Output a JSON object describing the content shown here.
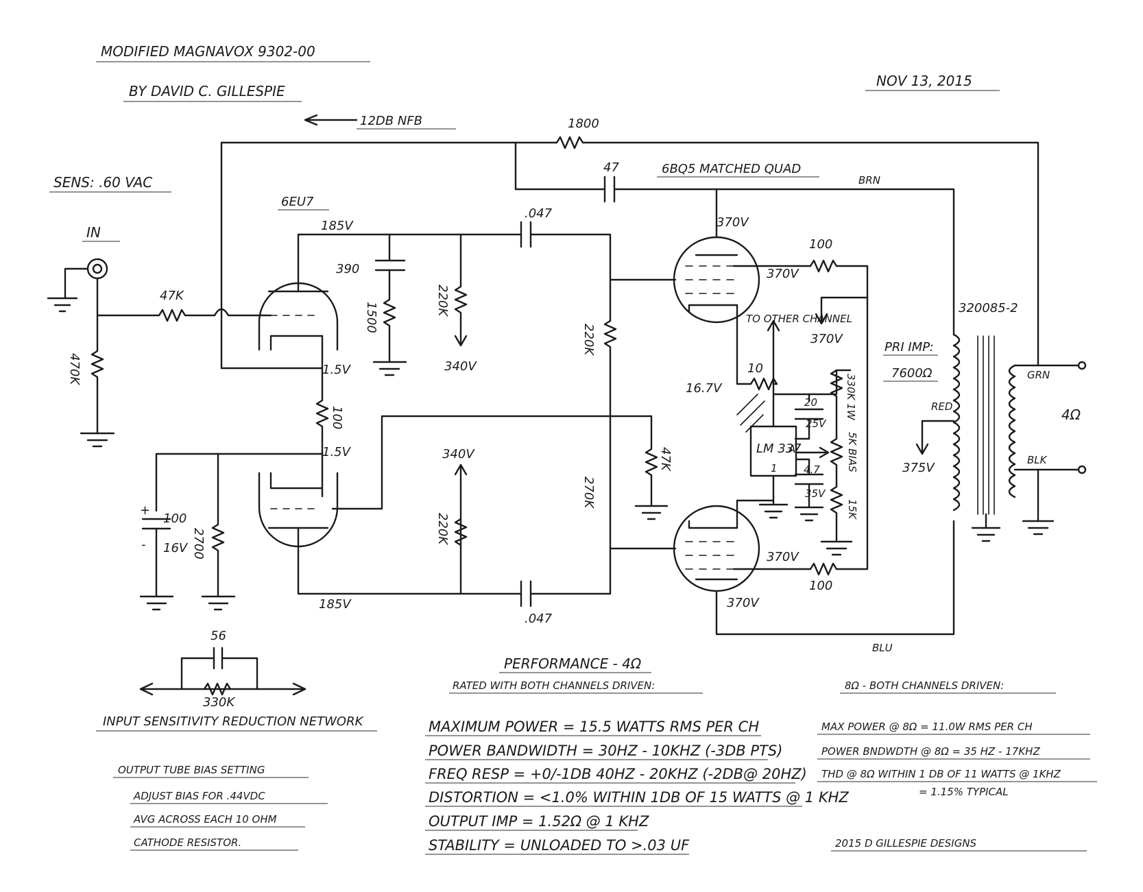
{
  "header": {
    "title": "MODIFIED MAGNAVOX 9302-00",
    "author": "BY DAVID C. GILLESPIE",
    "date": "NOV 13, 2015",
    "nfb": "12DB NFB",
    "sensitivity": "SENS: .60 VAC",
    "input": "IN"
  },
  "components": {
    "r_nfb": "1800",
    "c_nfb": "47",
    "output_tubes": "6BQ5 MATCHED QUAD",
    "wire_brn": "BRN",
    "input_tube": "6EU7",
    "r_in": "47K",
    "r_grid": "470K",
    "v_plate1": "185V",
    "c_plate": "390",
    "r_plate": "1500",
    "c_couple_top": ".047",
    "r_load_top": "220K",
    "v_b_top": "340V",
    "r_grid_top": "220K",
    "v_370_a": "370V",
    "r_screen_top": "100",
    "v_screen_top": "370V",
    "to_other": "TO OTHER CHANNEL",
    "v_370_supply": "370V",
    "v_cathode1": "1.5V",
    "r_100_k": "100",
    "v_cathode2": "1.5V",
    "r_cath": "10",
    "v_16_7": "16.7V",
    "cap_20": "20",
    "cap_25v": "25V",
    "r_330k": "330K 1W",
    "reg": "LM 337",
    "reg_pin_a": "A",
    "reg_pin_1": "1",
    "r_5k": "5K BIAS",
    "cap_4_7": "4.7",
    "cap_35v": "35V",
    "r_15k": "15K",
    "r_47k_b": "47K",
    "v_b_bot": "340V",
    "r_load_bot": "220K",
    "r_270k": "270K",
    "c_100": "100",
    "c_16v": "16V",
    "r_2700": "2700",
    "plus": "+",
    "minus": "-",
    "v_plate2": "185V",
    "c_couple_bot": ".047",
    "v_370_b": "370V",
    "r_screen_bot": "100",
    "v_370_c": "370V",
    "wire_blu": "BLU",
    "transformer": "320085-2",
    "pri_imp": "PRI IMP:",
    "pri_val": "7600Ω",
    "wire_red": "RED",
    "v_375": "375V",
    "wire_grn": "GRN",
    "wire_blk": "BLK",
    "out_imp": "4Ω"
  },
  "network": {
    "cap": "56",
    "res": "330K",
    "caption": "INPUT SENSITIVITY REDUCTION NETWORK"
  },
  "bias_notes": {
    "heading": "OUTPUT TUBE BIAS SETTING",
    "lines": [
      "ADJUST BIAS FOR .44VDC",
      "AVG ACROSS EACH 10 OHM",
      "CATHODE RESISTOR."
    ]
  },
  "performance_4": {
    "heading": "PERFORMANCE - 4Ω",
    "sub": "RATED WITH BOTH CHANNELS DRIVEN:",
    "lines": [
      "MAXIMUM POWER = 15.5 WATTS RMS PER CH",
      "POWER BANDWIDTH = 30HZ - 10KHZ (-3DB PTS)",
      "FREQ RESP = +0/-1DB 40HZ - 20KHZ (-2DB@ 20HZ)",
      "DISTORTION = <1.0% WITHIN 1DB OF 15 WATTS @ 1 KHZ",
      "OUTPUT IMP = 1.52Ω @ 1 KHZ",
      "STABILITY = UNLOADED TO >.03 UF"
    ]
  },
  "performance_8": {
    "heading": "8Ω - BOTH CHANNELS DRIVEN:",
    "lines": [
      "MAX POWER @ 8Ω = 11.0W RMS PER CH",
      "POWER BNDWDTH @ 8Ω = 35 HZ - 17KHZ",
      "THD @ 8Ω WITHIN 1 DB OF 11 WATTS @ 1KHZ",
      "= 1.15% TYPICAL"
    ]
  },
  "footer": "2015 D GILLESPIE DESIGNS"
}
